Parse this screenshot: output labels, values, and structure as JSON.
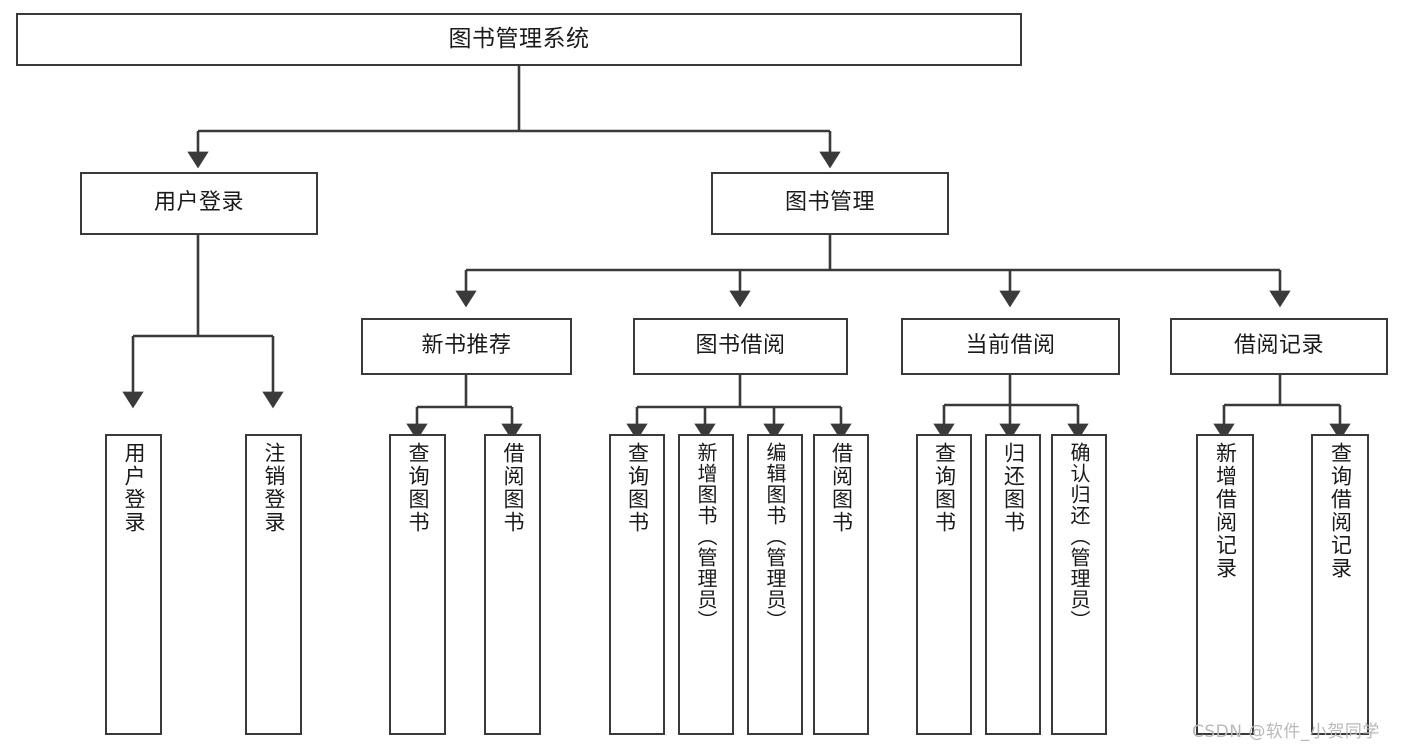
{
  "diagram": {
    "title": "图书管理系统",
    "watermark": "CSDN @软件_小贺同学",
    "line_color": "#3a3a3a",
    "box_fill": "#ffffff",
    "text_color": "#1a1a1a",
    "watermark_color": "#b9b9b9",
    "root": {
      "label": "图书管理系统"
    },
    "level2": [
      {
        "label": "用户登录"
      },
      {
        "label": "图书管理"
      }
    ],
    "level3": [
      {
        "label": "新书推荐"
      },
      {
        "label": "图书借阅"
      },
      {
        "label": "当前借阅"
      },
      {
        "label": "借阅记录"
      }
    ],
    "leaves": {
      "user_login": [
        {
          "label": "用户登录"
        },
        {
          "label": "注销登录"
        }
      ],
      "new_book_recommend": [
        {
          "label": "查询图书"
        },
        {
          "label": "借阅图书"
        }
      ],
      "book_borrow": [
        {
          "label": "查询图书"
        },
        {
          "label": "新增图书（管理员）"
        },
        {
          "label": "编辑图书（管理员）"
        },
        {
          "label": "借阅图书"
        }
      ],
      "current_borrow": [
        {
          "label": "查询图书"
        },
        {
          "label": "归还图书"
        },
        {
          "label": "确认归还（管理员）"
        }
      ],
      "borrow_record": [
        {
          "label": "新增借阅记录"
        },
        {
          "label": "查询借阅记录"
        }
      ]
    }
  }
}
